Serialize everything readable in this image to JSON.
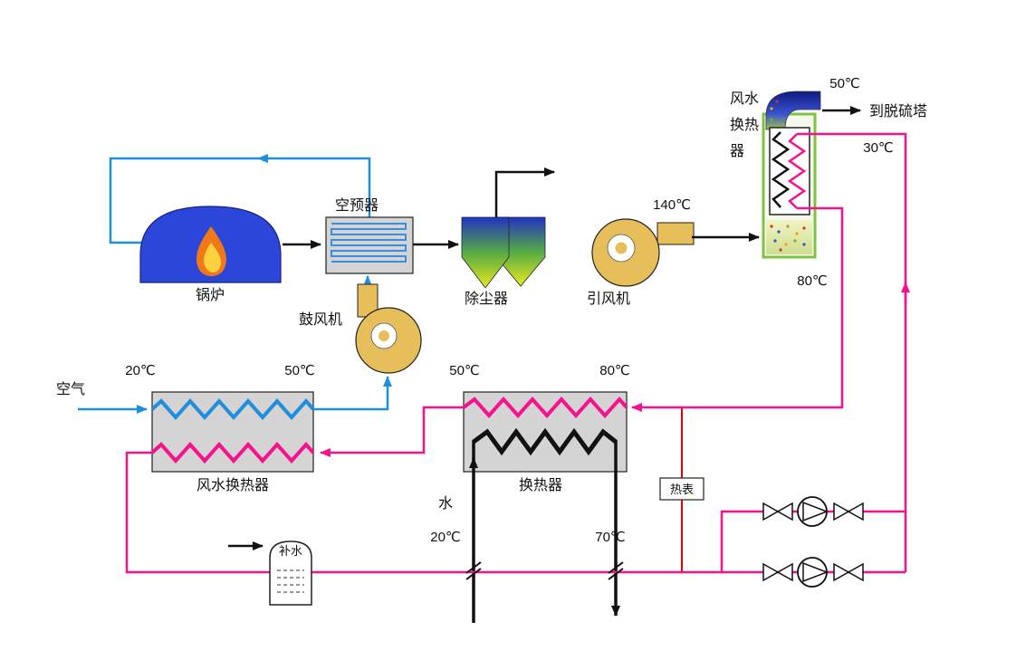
{
  "labels": {
    "boiler": "锅炉",
    "air_preheater": "空预器",
    "dust_collector": "除尘器",
    "induced_fan": "引风机",
    "blower": "鼓风机",
    "flue_cooler_line1": "风水",
    "flue_cooler_line2": "换热",
    "flue_cooler_line3": "器",
    "to_desulfurizer": "到脱硫塔",
    "air_water_hx": "风水换热器",
    "heat_exchanger": "换热器",
    "heat_meter": "热表",
    "makeup_water": "补水",
    "air": "空气",
    "water": "水"
  },
  "temperatures": {
    "flue_outlet": "50℃",
    "water_return": "30℃",
    "fan_outlet": "140℃",
    "supply_80": "80℃",
    "air_in": "20℃",
    "air_out": "50℃",
    "hx_in": "50℃",
    "hx_out": "80℃",
    "tap_water_in": "20℃",
    "tap_water_out": "70℃"
  },
  "colors": {
    "air_line": "#1f8fdd",
    "hot_water_line": "#f5128c",
    "flue_line": "#111111",
    "meter_line": "#e80000",
    "fan_fill": "#e6be5a",
    "hx_box_fill": "#d4d4d4",
    "boiler_fill": "#2b46d9",
    "cooler_border": "#7dc242"
  }
}
